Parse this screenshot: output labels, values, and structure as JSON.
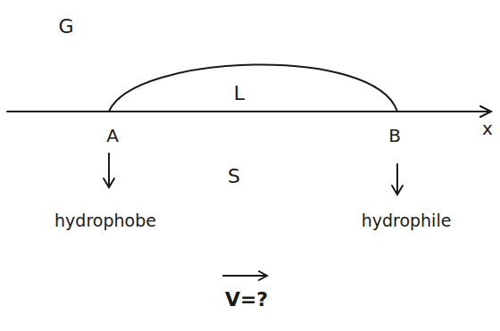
{
  "diagram": {
    "labels": [
      "G",
      "L",
      "A",
      "B",
      "x",
      "S",
      "hydrophobe",
      "hydrophile",
      "V=?"
    ]
  }
}
